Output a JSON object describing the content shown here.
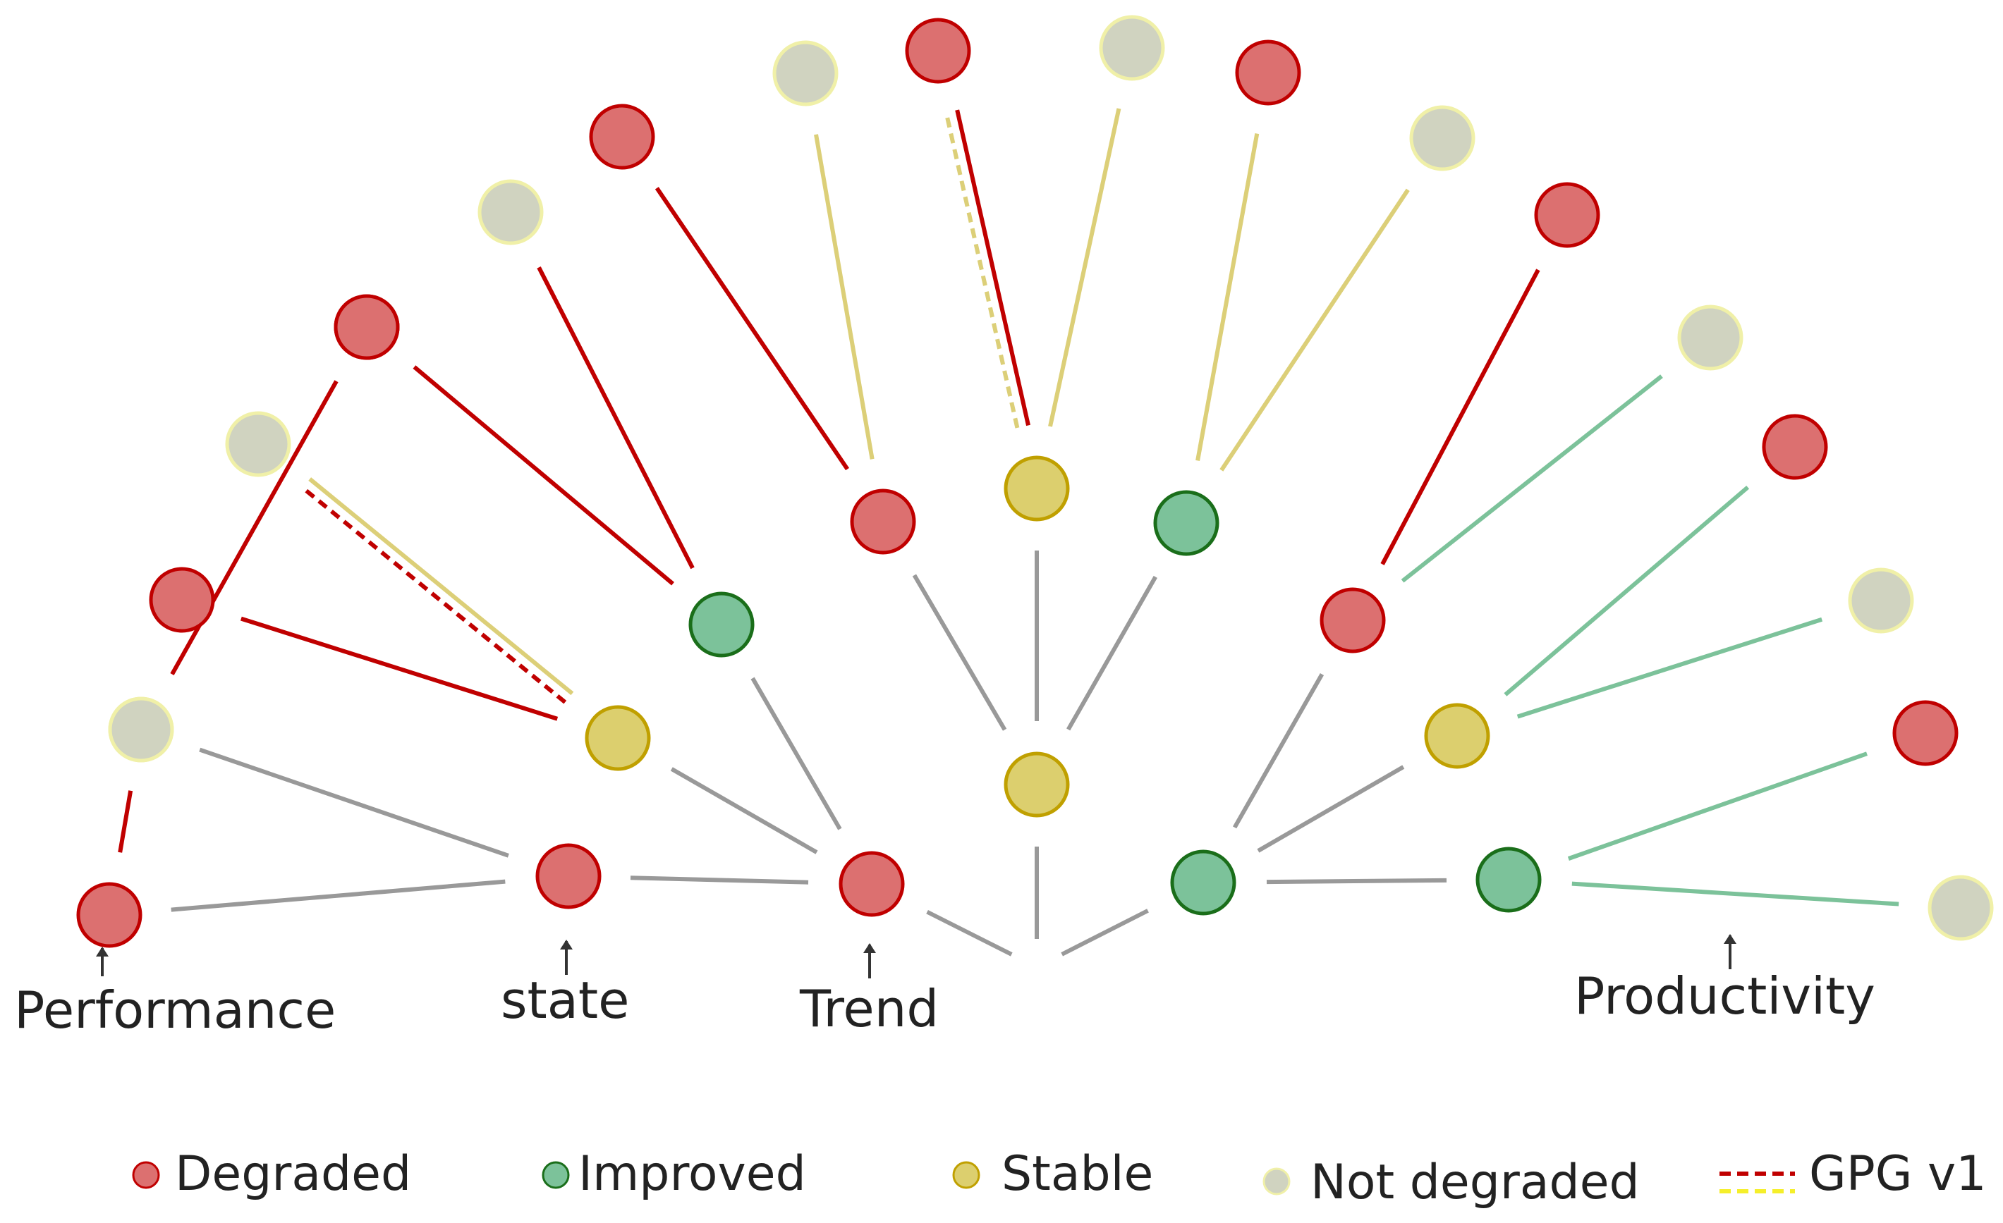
{
  "colors": {
    "degraded_fill": "#dc7070",
    "degraded_stroke": "#c00000",
    "improved_fill": "#7cc29a",
    "improved_stroke": "#1a6e1a",
    "stable_fill": "#dccf6e",
    "stable_stroke": "#c0a000",
    "notdeg_fill": "#d0d3c0",
    "notdeg_stroke": "#f0f0a8",
    "gray_line": "#999999",
    "red_line": "#c00000",
    "yellow_line": "#dccf78",
    "green_line": "#7cc29a"
  },
  "labels": {
    "performance": "Performance",
    "state": "state",
    "trend": "Trend",
    "productivity": "Productivity"
  },
  "legend": {
    "degraded": "Degraded",
    "improved": "Improved",
    "stable": "Stable",
    "not_degraded": "Not degraded",
    "gpg_v1": "GPG v1"
  },
  "tree": {
    "root": "root",
    "levels": [
      "Trend",
      "state",
      "Performance",
      "Productivity"
    ],
    "nodes": [
      {
        "id": "t1",
        "status": "degraded"
      },
      {
        "id": "t1s1",
        "status": "degraded",
        "parent": "t1"
      },
      {
        "id": "t1s1p1",
        "status": "degraded",
        "parent": "t1s1"
      },
      {
        "id": "t1s1p1q",
        "status": "not_degraded",
        "parent": "t1s1p1",
        "branch": "degraded"
      },
      {
        "id": "t1s1p2",
        "status": "not_degraded",
        "parent": "t1s1"
      },
      {
        "id": "t1s1p2q",
        "status": "degraded",
        "parent": "t1s1p2",
        "branch": "degraded"
      },
      {
        "id": "t1s2",
        "status": "stable",
        "parent": "t1"
      },
      {
        "id": "t1s2p1",
        "status": "degraded",
        "parent": "t1s2",
        "branch": "degraded"
      },
      {
        "id": "t1s2p2",
        "status": "not_degraded",
        "parent": "t1s2",
        "branch": "stable",
        "gpg_v1": "degraded"
      },
      {
        "id": "t1s3",
        "status": "improved",
        "parent": "t1"
      },
      {
        "id": "t1s3p1",
        "status": "degraded",
        "parent": "t1s3",
        "branch": "degraded"
      },
      {
        "id": "t1s3p2",
        "status": "not_degraded",
        "parent": "t1s3",
        "branch": "degraded"
      },
      {
        "id": "t2",
        "status": "stable"
      },
      {
        "id": "t2s1",
        "status": "degraded",
        "parent": "t2"
      },
      {
        "id": "t2s1p1",
        "status": "degraded",
        "parent": "t2s1",
        "branch": "degraded"
      },
      {
        "id": "t2s1p2",
        "status": "not_degraded",
        "parent": "t2s1",
        "branch": "stable"
      },
      {
        "id": "t2s2",
        "status": "stable",
        "parent": "t2"
      },
      {
        "id": "t2s2p1",
        "status": "degraded",
        "parent": "t2s2",
        "branch": "degraded",
        "gpg_v1": "stable"
      },
      {
        "id": "t2s2p2",
        "status": "not_degraded",
        "parent": "t2s2",
        "branch": "stable"
      },
      {
        "id": "t2s3",
        "status": "improved",
        "parent": "t2"
      },
      {
        "id": "t2s3p1",
        "status": "degraded",
        "parent": "t2s3",
        "branch": "stable"
      },
      {
        "id": "t2s3p2",
        "status": "not_degraded",
        "parent": "t2s3",
        "branch": "stable"
      },
      {
        "id": "t3",
        "status": "improved"
      },
      {
        "id": "t3s1",
        "status": "degraded",
        "parent": "t3"
      },
      {
        "id": "t3s1p1",
        "status": "degraded",
        "parent": "t3s1",
        "branch": "degraded"
      },
      {
        "id": "t3s1p2",
        "status": "not_degraded",
        "parent": "t3s1",
        "branch": "improved"
      },
      {
        "id": "t3s2",
        "status": "stable",
        "parent": "t3"
      },
      {
        "id": "t3s2p1",
        "status": "degraded",
        "parent": "t3s2",
        "branch": "improved"
      },
      {
        "id": "t3s2p2",
        "status": "not_degraded",
        "parent": "t3s2",
        "branch": "improved"
      },
      {
        "id": "t3s3",
        "status": "improved",
        "parent": "t3"
      },
      {
        "id": "t3s3p1",
        "status": "degraded",
        "parent": "t3s3",
        "branch": "improved"
      },
      {
        "id": "t3s3p2",
        "status": "not_degraded",
        "parent": "t3s3",
        "branch": "improved"
      }
    ]
  }
}
